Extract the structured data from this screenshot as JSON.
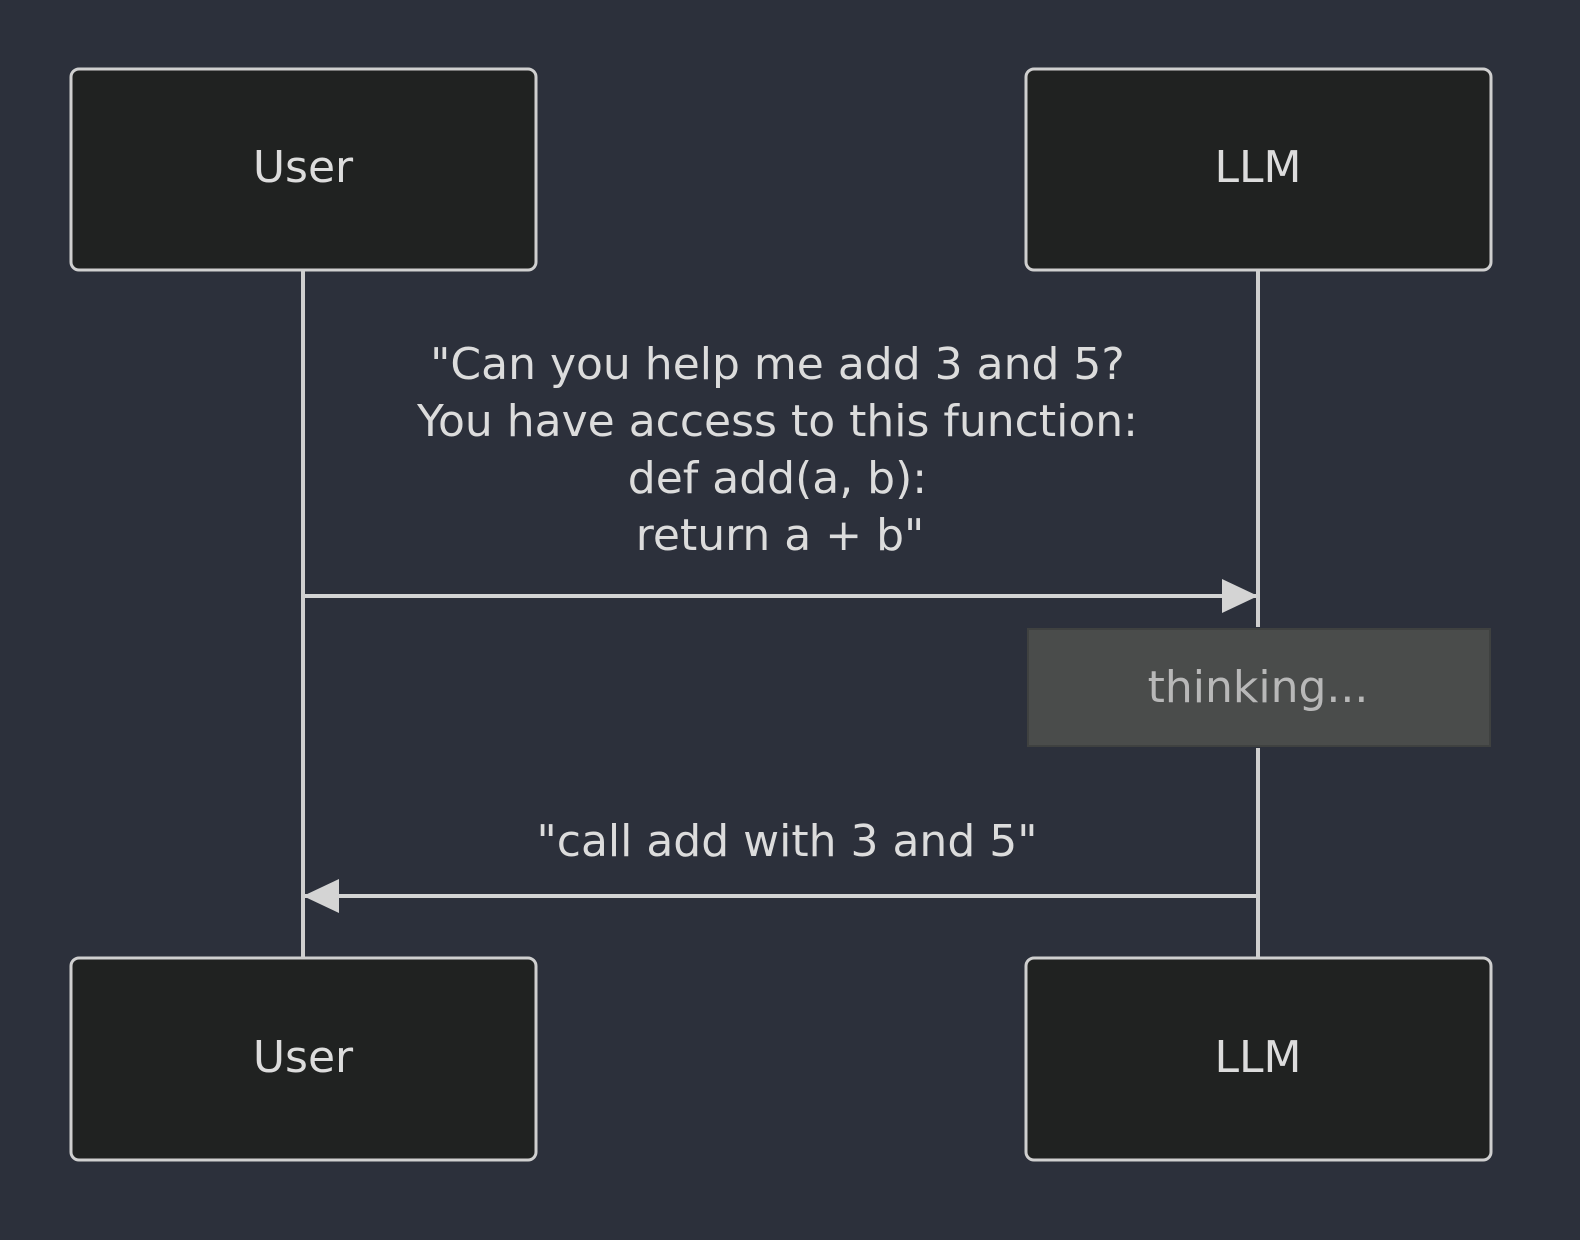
{
  "colors": {
    "background": "#2c303b",
    "actor_fill": "#202221",
    "actor_stroke": "#cfcfcf",
    "text": "#dcdcdc",
    "line": "#cfcfcf",
    "note_fill": "#4a4c4b",
    "note_text": "#b8b8b8"
  },
  "actors": {
    "user_top": "User",
    "llm_top": "LLM",
    "user_bottom": "User",
    "llm_bottom": "LLM"
  },
  "messages": {
    "request": {
      "from": "User",
      "to": "LLM",
      "lines": [
        "\"Can you help me add 3 and 5?",
        "You have access to this function:",
        "def add(a, b):",
        "return a + b\""
      ]
    },
    "response": {
      "from": "LLM",
      "to": "User",
      "lines": [
        "\"call add with 3 and 5\""
      ]
    }
  },
  "note": {
    "over": "LLM",
    "text": "thinking..."
  }
}
